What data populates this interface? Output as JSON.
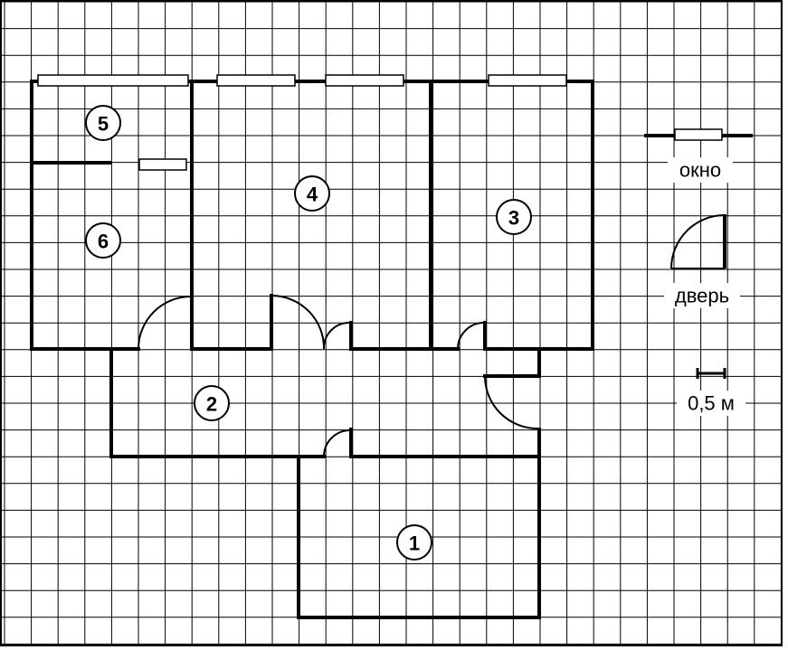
{
  "rooms": [
    {
      "id": "room-1",
      "label": "1"
    },
    {
      "id": "room-2",
      "label": "2"
    },
    {
      "id": "room-3",
      "label": "3"
    },
    {
      "id": "room-4",
      "label": "4"
    },
    {
      "id": "room-5",
      "label": "5"
    },
    {
      "id": "room-6",
      "label": "6"
    }
  ],
  "legend": {
    "window": "окно",
    "door": "дверь",
    "scale": "0,5 м"
  }
}
